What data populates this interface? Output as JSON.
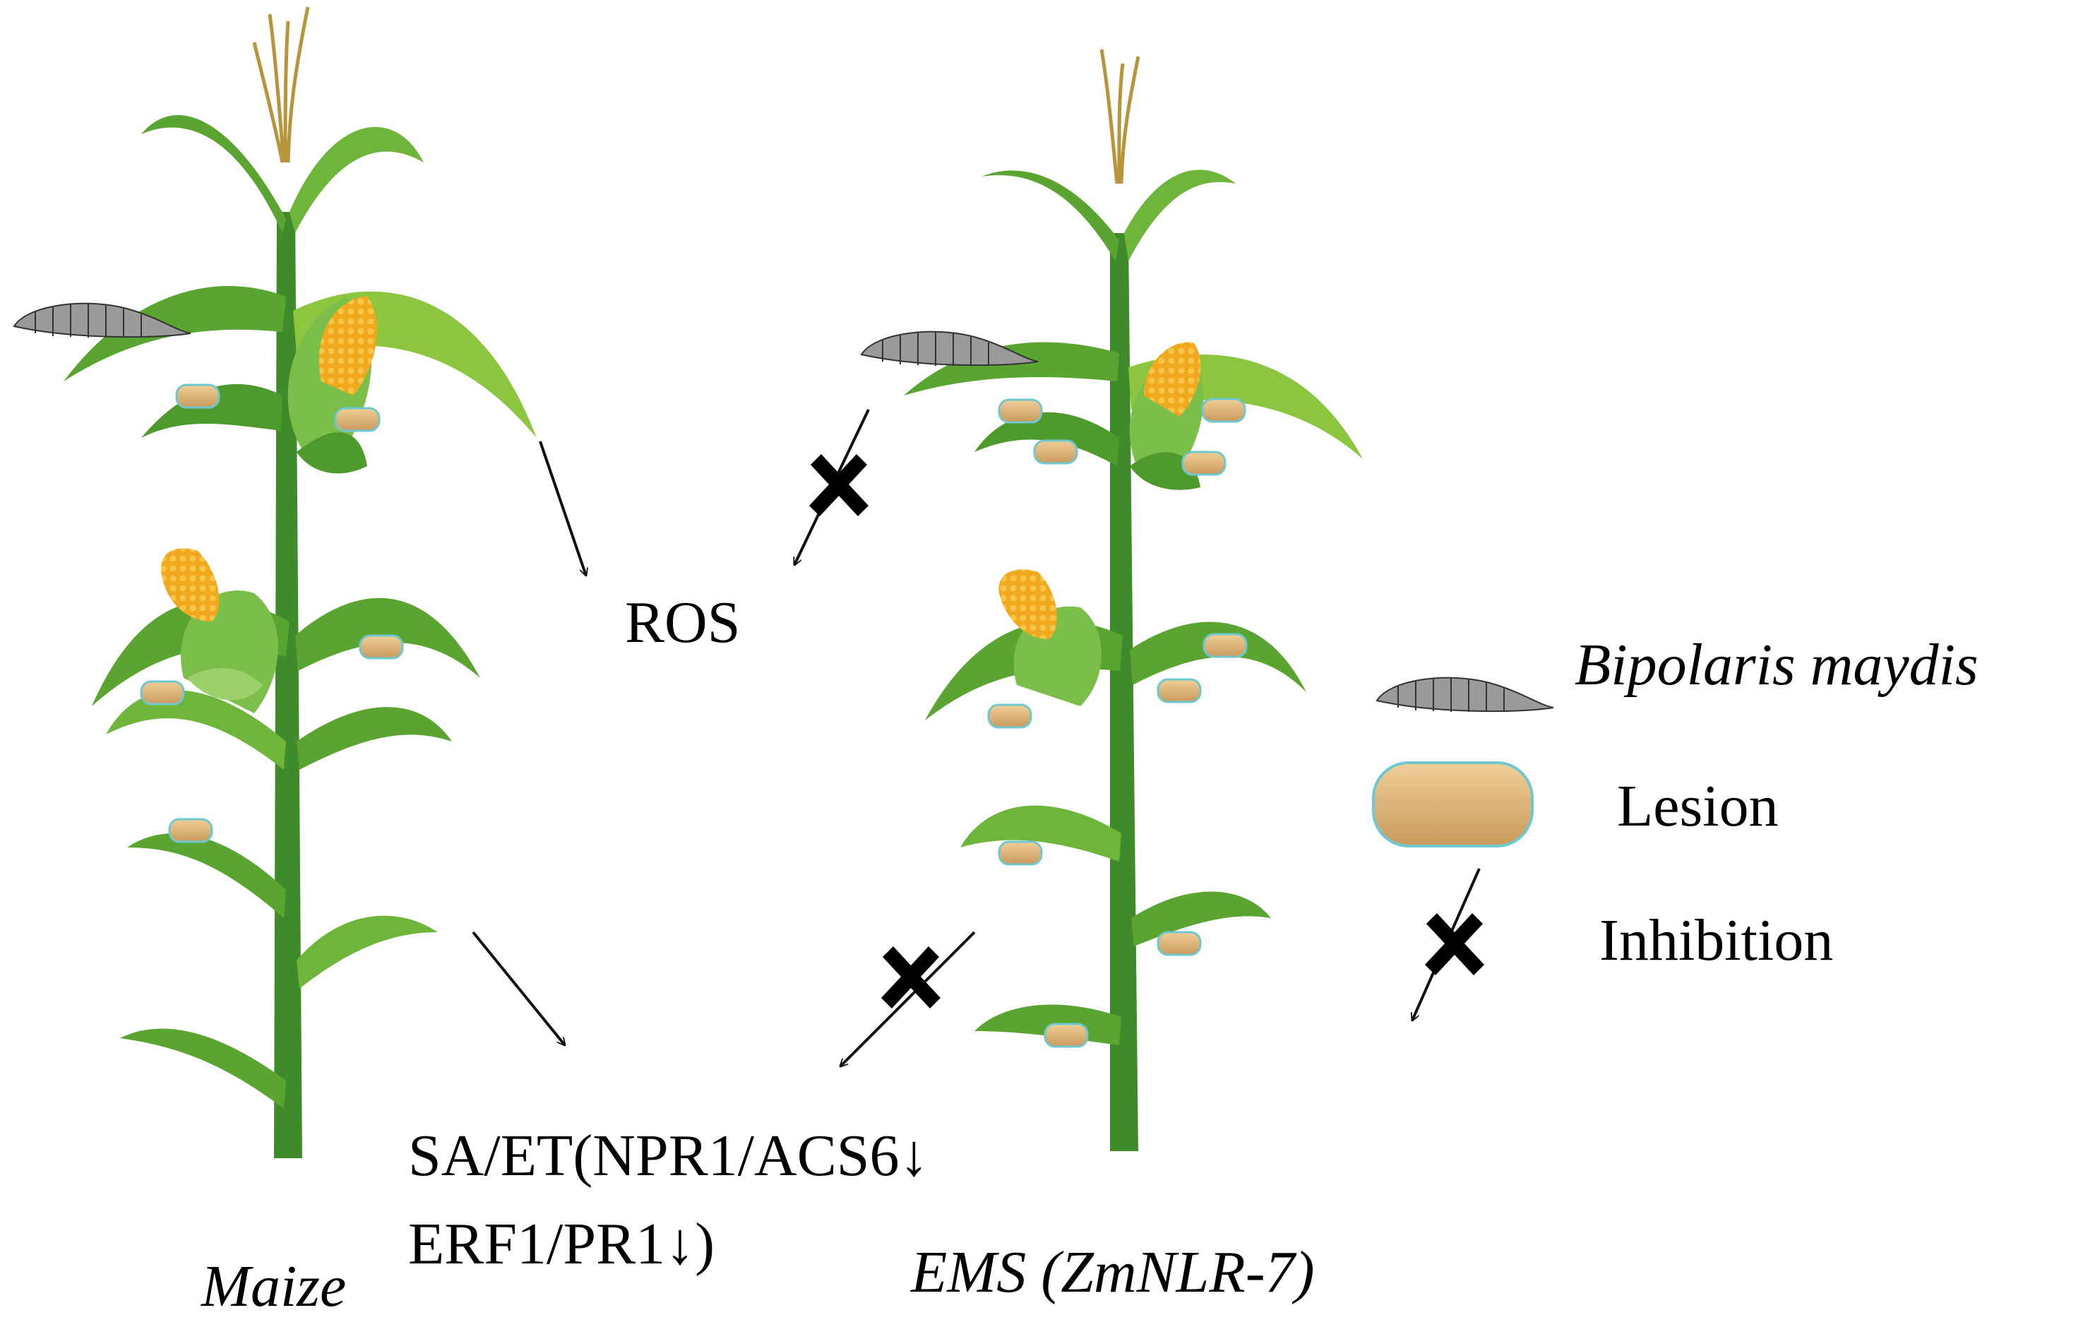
{
  "labels": {
    "ros": "ROS",
    "signaling_line1": "SA/ET(NPR1/ACS6↓",
    "signaling_line2": "ERF1/PR1↓)",
    "plant_left": "Maize",
    "plant_right": "EMS (ZmNLR-7)"
  },
  "legend": {
    "pathogen": "Bipolaris maydis",
    "lesion": "Lesion",
    "inhibition": "Inhibition"
  },
  "colors": {
    "stalk": "#3f8a2a",
    "leaf": "#5aa532",
    "leaf_light": "#8cc63f",
    "tassel": "#b8953a",
    "cob": "#f2a81d",
    "husk": "#7bbf4a",
    "lesion_fill": "#dcb47a",
    "lesion_border": "#6fc7cf",
    "pathogen": "#9a9a9a",
    "arrow": "#111111"
  },
  "icons": {
    "pathogen": "spore-icon",
    "lesion": "lesion-icon",
    "inhibition": "inhibition-cross-icon"
  }
}
